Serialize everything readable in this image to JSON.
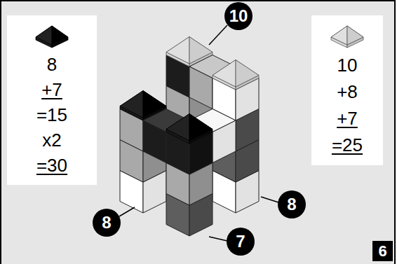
{
  "diagram": {
    "nodes": [
      {
        "text": [
          "8",
          "+7",
          "=15",
          "x2",
          "=30"
        ]
      },
      {
        "text": [
          "10"
        ]
      },
      {
        "text": [
          "10",
          "+8",
          "+7",
          "=25"
        ]
      },
      {
        "text": [
          "8"
        ]
      },
      {
        "text": [
          "8"
        ]
      },
      {
        "text": [
          "7"
        ]
      },
      {
        "text": [
          "6"
        ]
      }
    ]
  }
}
